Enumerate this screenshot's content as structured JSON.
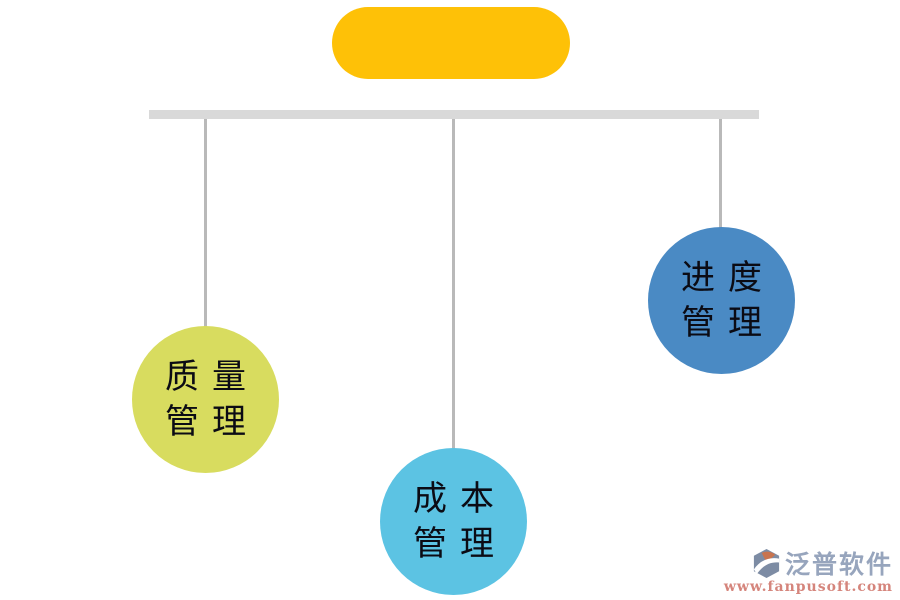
{
  "diagram": {
    "type": "hierarchy",
    "root": {
      "shape": "pill",
      "fill": "#fec107"
    },
    "branches": [
      {
        "id": "quality",
        "label": "质量管理",
        "line1": "质量",
        "line2": "管理",
        "fill": "#d8dc5f",
        "position": "left"
      },
      {
        "id": "cost",
        "label": "成本管理",
        "line1": "成本",
        "line2": "管理",
        "fill": "#5cc3e3",
        "position": "center"
      },
      {
        "id": "progress",
        "label": "进度管理",
        "line1": "进度",
        "line2": "管理",
        "fill": "#4a8ac4",
        "position": "right"
      }
    ],
    "connector_colors": {
      "bar": "#d9d9d9",
      "line": "#b9b9b9"
    },
    "text_color": "#0b0b14"
  },
  "watermark": {
    "brand": "泛普软件",
    "url": "www.fanpusoft.com",
    "brand_color": "#97a5bd",
    "url_color": "#d5857c",
    "icon_colors": {
      "body": "#7d8ca4",
      "wedge": "#c8744f",
      "swoosh": "#ffffff"
    }
  }
}
